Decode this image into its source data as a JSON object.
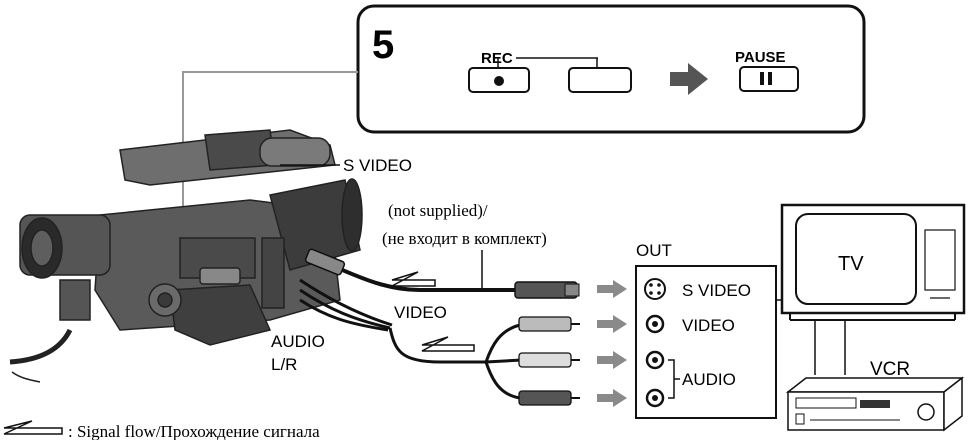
{
  "step": {
    "number": "5",
    "rec_label": "REC",
    "rec_symbol": "●",
    "pause_label": "PAUSE",
    "pause_symbol": "II"
  },
  "labels": {
    "camera_s_video": "S VIDEO",
    "not_supplied": "(not supplied)/",
    "not_supplied_ru": "(не входит в комплект)",
    "video_cable": "VIDEO",
    "audio_lr_1": "AUDIO",
    "audio_lr_2": "L/R"
  },
  "vcr_panel": {
    "out_label": "OUT",
    "s_video": "S VIDEO",
    "video": "VIDEO",
    "audio": "AUDIO"
  },
  "devices": {
    "tv": "TV",
    "vcr": "VCR"
  },
  "legend": {
    "text": ": Signal flow/Прохождение сигнала"
  },
  "colors": {
    "stroke": "#111111",
    "panel_fill": "#ffffff",
    "grey": "#8a8a8a",
    "light_grey": "#c8c8c8"
  }
}
